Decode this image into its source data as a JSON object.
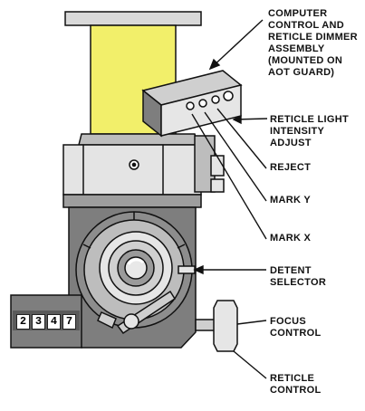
{
  "callouts": {
    "computer_control": [
      "COMPUTER",
      "CONTROL AND",
      "RETICLE DIMMER",
      "ASSEMBLY",
      "(MOUNTED ON",
      "AOT GUARD)"
    ],
    "reticle_light": [
      "RETICLE LIGHT",
      "INTENSITY",
      "ADJUST"
    ],
    "reject": [
      "REJECT"
    ],
    "mark_y": [
      "MARK Y"
    ],
    "mark_x": [
      "MARK X"
    ],
    "detent_selector": [
      "DETENT",
      "SELECTOR"
    ],
    "focus_control": [
      "FOCUS",
      "CONTROL"
    ],
    "reticle_control": [
      "RETICLE",
      "CONTROL"
    ]
  },
  "counter_digits": [
    "2",
    "3",
    "4",
    "7"
  ],
  "panel_button_labels": [
    "MARK Y",
    "MARK X",
    "REJECT"
  ],
  "colors": {
    "eyepiece_tube": "#f2ef6a",
    "outline": "#111111",
    "housing_gray": "#7e7e7e",
    "light_gray": "#cfcfcf",
    "shadow_gray": "#a8a8a8"
  }
}
